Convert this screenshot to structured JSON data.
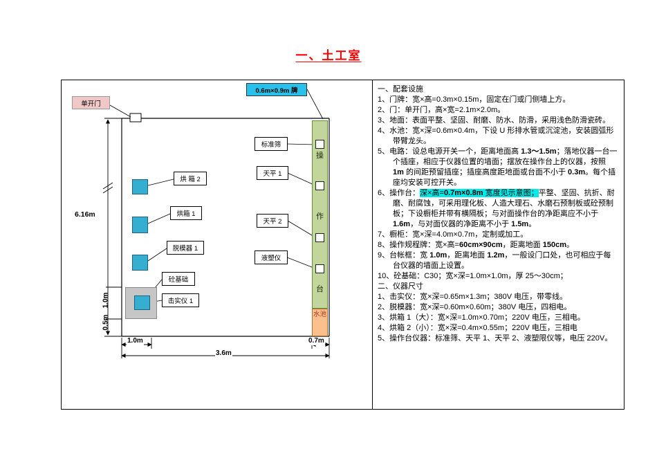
{
  "page": {
    "title": "一、土工室"
  },
  "diagram": {
    "door_tag": "单开门",
    "sign_tag": "0.6m×0.9m 牌",
    "labels": {
      "oven2": "烘 箱 2",
      "oven1": "烘箱 1",
      "demolder": "脱模器 1",
      "foundation": "砼基础",
      "compactor": "击实仪 1",
      "sieve": "标准筛",
      "balance1": "天平 1",
      "balance2": "天平 2",
      "liquid_plastic": "液塑仪"
    },
    "bench": [
      "操",
      "作",
      "台"
    ],
    "pool": "水池",
    "dims": {
      "wall_height": "6.16m",
      "bottom_left": "1.0m",
      "bench_depth": "0.7m",
      "bottom_total": "3.6m",
      "foundation_depth": "1.0m",
      "gap": "0.5m"
    },
    "colors": {
      "sign_bg": "#29c1ea",
      "bench_bg": "#c2d69b",
      "pool_bg": "#fbc08b",
      "equipment_bg": "#35aed2",
      "door_tag_bg": "#f0c8c8",
      "foundation_bg": "#c6c6c6",
      "highlight": "#00e9e9",
      "title_red": "#ff0000"
    }
  },
  "rules": {
    "items": [
      {
        "section": true,
        "segments": [
          {
            "t": "一、配套设施"
          }
        ]
      },
      {
        "segments": [
          {
            "t": "1、门牌：宽×高=0.3m×0.15m，固定在门或门侧墙上方。"
          }
        ]
      },
      {
        "segments": [
          {
            "t": "2、门：单开门，高×宽=2.1m×2.0m。"
          }
        ]
      },
      {
        "segments": [
          {
            "t": "3、地面：表面平整、坚固、耐磨、防水、防滑，采用浅色防滑瓷砖。"
          }
        ]
      },
      {
        "segments": [
          {
            "t": "4、水池：宽×深=0.6m×0.4m，下设 U 形排水管或沉淀池，安装圆弧形带臂龙头。"
          }
        ]
      },
      {
        "segments": [
          {
            "t": "5、电路：设总电源开关一个，距离地面高 "
          },
          {
            "t": "1.3～1.5m",
            "b": true
          },
          {
            "t": "；落地仪器一台一个插座，相应于仪器位置的墙面；摆放在操作台上的仪器，按照 "
          },
          {
            "t": "1m",
            "b": true
          },
          {
            "t": " 的间距预留插座；插座高度距地面或台面不小于 "
          },
          {
            "t": "0.3m",
            "b": true
          },
          {
            "t": "。每个插座均安装可控开关。"
          }
        ]
      },
      {
        "segments": [
          {
            "t": "6、操作台："
          },
          {
            "t": "深×高=",
            "hl": true
          },
          {
            "t": "0.7m×0.8m",
            "hl": true,
            "b": true
          },
          {
            "t": " 宽度见示意图；",
            "hl": true
          },
          {
            "t": "平整、坚固、抗折、耐磨、耐腐蚀，可采用理化板、人造大理石、水磨石预制板或砼预制板；下设橱柜并带有横隔板；与对面操作台的净距离应不小于 "
          },
          {
            "t": "1.6m",
            "b": true
          },
          {
            "t": "，与对面仪器的净距离不小于 "
          },
          {
            "t": "1.5m",
            "b": true
          },
          {
            "t": "。"
          }
        ]
      },
      {
        "segments": [
          {
            "t": "7、橱柜：宽×深=4.0m×0.7m，定制或加工。"
          }
        ]
      },
      {
        "segments": [
          {
            "t": "8、操作规程牌：宽×高="
          },
          {
            "t": "60cm×90cm",
            "b": true
          },
          {
            "t": "，距离地面 "
          },
          {
            "t": "150cm",
            "b": true
          },
          {
            "t": "。"
          }
        ]
      },
      {
        "segments": [
          {
            "t": "9、台帐框：宽 "
          },
          {
            "t": "1.0m",
            "b": true
          },
          {
            "t": "，距离地面 "
          },
          {
            "t": "1.2m",
            "b": true
          },
          {
            "t": "，一般设门口处，也可相应于每台仪器的墙面上设置。"
          }
        ]
      },
      {
        "segments": [
          {
            "t": "10、砼基础：C30；宽×深=1.0m×1.0m，厚 25～30cm；"
          }
        ]
      },
      {
        "section": true,
        "segments": [
          {
            "t": "二、仪器尺寸"
          }
        ]
      },
      {
        "segments": [
          {
            "t": "1、击实仪：宽×深=0.65m×1.3m；380V 电压，带零线。"
          }
        ]
      },
      {
        "segments": [
          {
            "t": "2、脱模器：宽×深=0.60m×0.60m；380V 电压，四相电。"
          }
        ]
      },
      {
        "segments": [
          {
            "t": "3、烘箱 1（大）：宽×深=1.0m×0.70m；220V 电压，三相电。"
          }
        ]
      },
      {
        "segments": [
          {
            "t": "4、烘箱 2（小）：宽×深=0.4m×0.55m；220V 电压，三相电"
          }
        ]
      },
      {
        "segments": [
          {
            "t": "5、操作台仪器：标准筛、天平 1、天平 2、液塑限仪等，电压 220V。"
          }
        ]
      }
    ]
  }
}
